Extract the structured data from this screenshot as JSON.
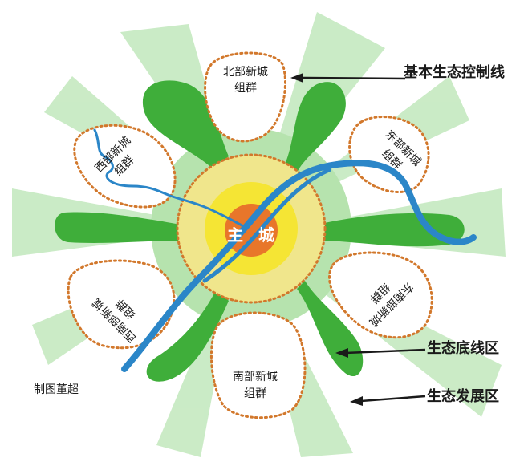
{
  "clusters": {
    "north": {
      "line1": "北部新城",
      "line2": "组群"
    },
    "south": {
      "line1": "南部新城",
      "line2": "组群"
    },
    "west": {
      "line1": "西部新城",
      "line2": "组群"
    },
    "east": {
      "line1": "东部新城",
      "line2": "组群"
    },
    "southwest": {
      "line1": "西南部新城",
      "line2": "组群"
    },
    "southeast": {
      "line1": "东南部新城",
      "line2": "组群"
    }
  },
  "core": {
    "char1": "主",
    "char2": "城"
  },
  "callouts": {
    "basic_control_line": "基本生态控制线",
    "baseline_zone": "生态底线区",
    "development_zone": "生态发展区"
  },
  "credit": "制图董超",
  "colors": {
    "development_zone": "#c9ebc5",
    "baseline_zone": "#3fae3a",
    "river": "#2b86c8",
    "core_outer": "#f0e68c",
    "core_middle": "#f5e534",
    "core_inner": "#e8762a",
    "dotted_boundary": "#d2782c"
  }
}
